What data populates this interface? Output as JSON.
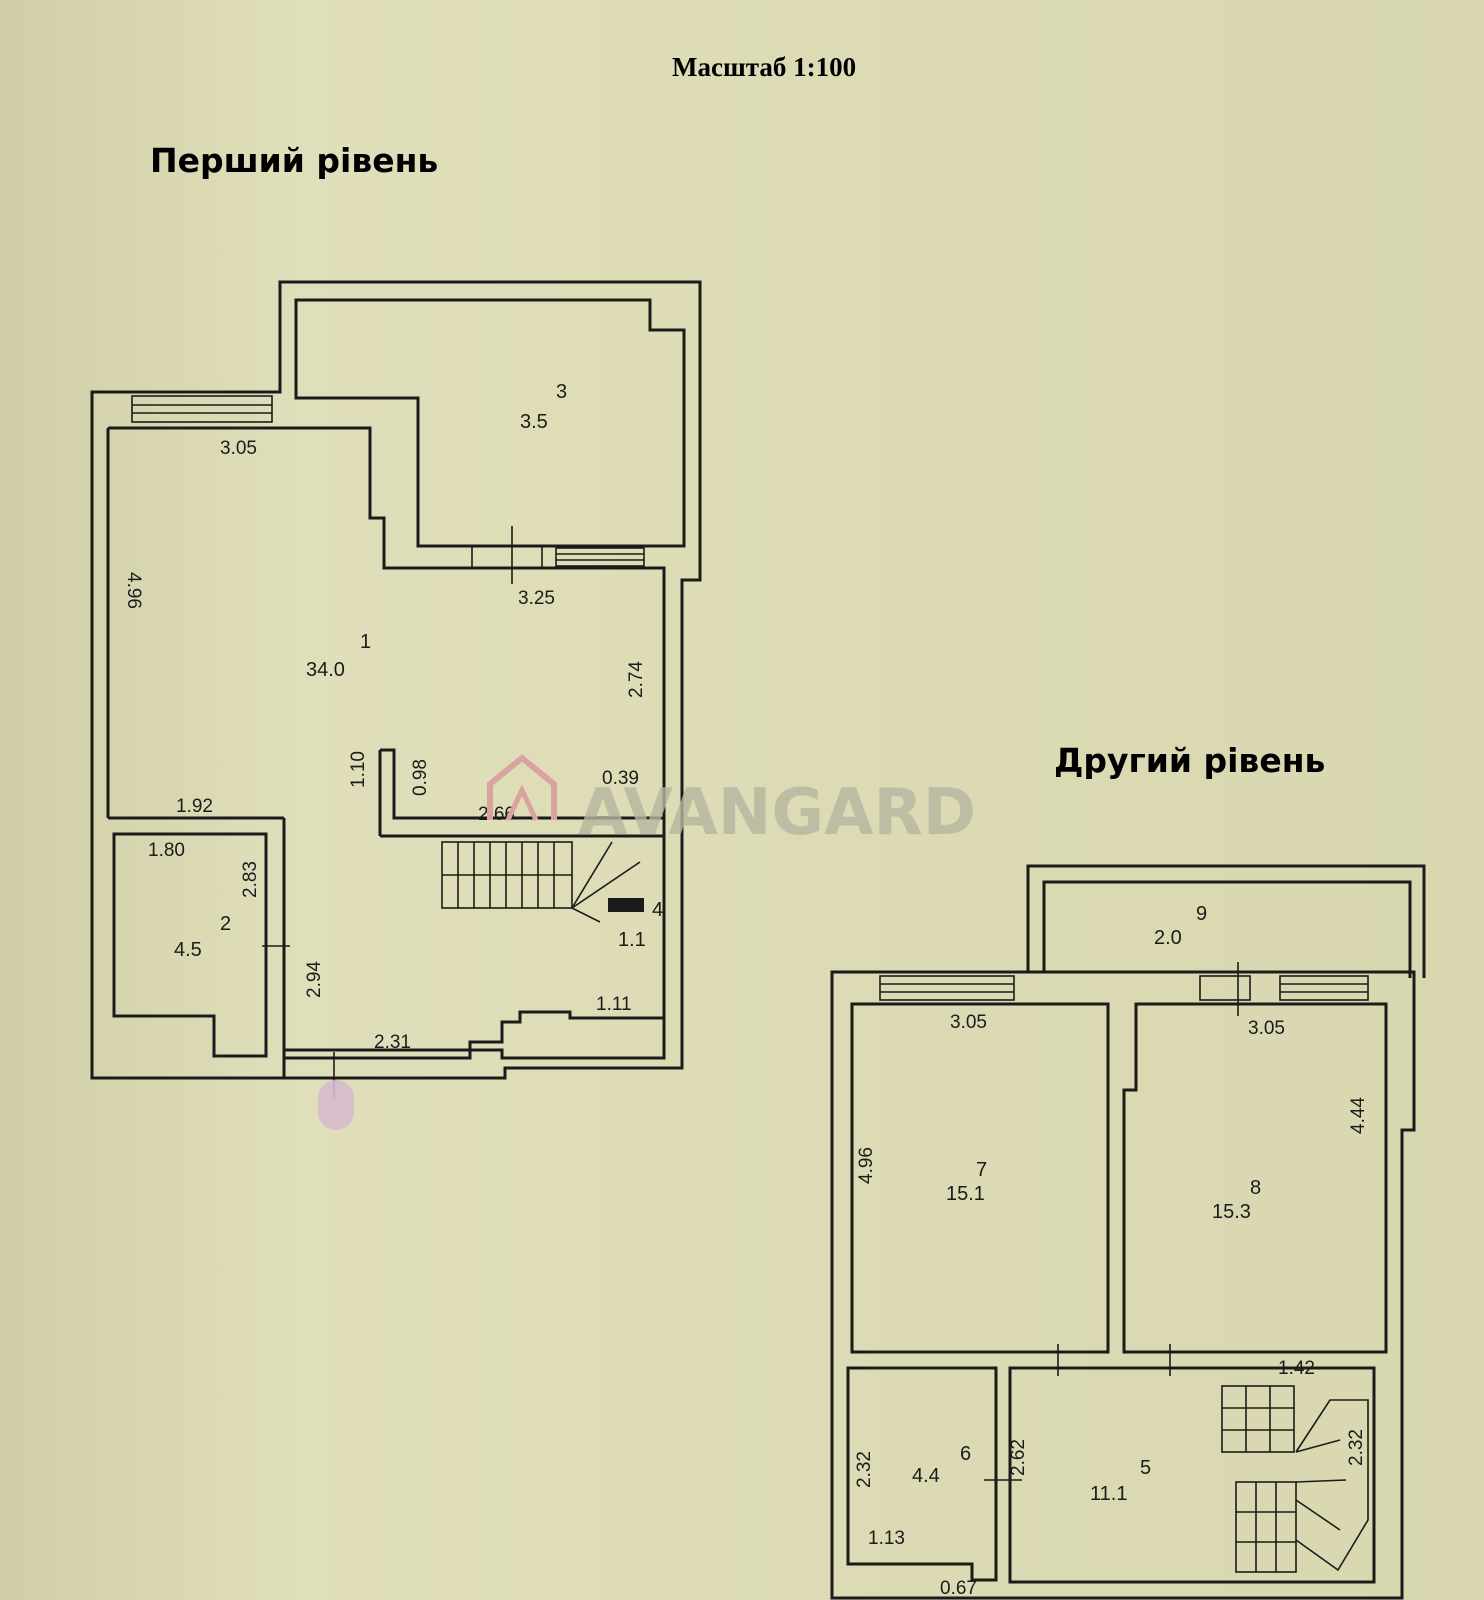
{
  "scale": "Масштаб 1:100",
  "levels": {
    "first": {
      "title": "Перший рівень",
      "dims": {
        "top_width_a": "3.05",
        "left_height": "4.96",
        "mid_width": "3.25",
        "right_height": "2.74",
        "stair_h_a": "1.10",
        "stair_h_b": "0.98",
        "stair_offset": "0.39",
        "stair_width": "2.66",
        "bath_top": "1.92",
        "bath_inner": "1.80",
        "bath_height": "2.83",
        "hall_height": "2.94",
        "bottom_width": "2.31",
        "right_bottom": "1.11"
      },
      "rooms": [
        {
          "id": "room-1",
          "no": "1",
          "area": "34.0"
        },
        {
          "id": "room-2",
          "no": "2",
          "area": "4.5"
        },
        {
          "id": "room-3",
          "no": "3",
          "area": "3.5"
        },
        {
          "id": "room-4",
          "no": "4",
          "area": "1.1"
        }
      ]
    },
    "second": {
      "title": "Другий рівень",
      "dims": {
        "left_top": "3.05",
        "right_top": "3.05",
        "left_height": "4.96",
        "right_height": "4.44",
        "stair_top": "1.42",
        "small_height": "2.32",
        "hall_height": "2.62",
        "stair_height": "2.32",
        "small_bottom": "1.13",
        "small_bottom_b": "0.67"
      },
      "rooms": [
        {
          "id": "room-5",
          "no": "5",
          "area": "11.1"
        },
        {
          "id": "room-6",
          "no": "6",
          "area": "4.4"
        },
        {
          "id": "room-7",
          "no": "7",
          "area": "15.1"
        },
        {
          "id": "room-8",
          "no": "8",
          "area": "15.3"
        },
        {
          "id": "room-9",
          "no": "9",
          "area": "2.0"
        }
      ]
    }
  },
  "watermark": "AVANGARD",
  "colors": {
    "paper": "#d9d8b2",
    "ink": "#1b1b1b",
    "watermark": "#b7b6a0",
    "logo": "#d9a4a0",
    "door_mark": "#d7b9cc"
  }
}
